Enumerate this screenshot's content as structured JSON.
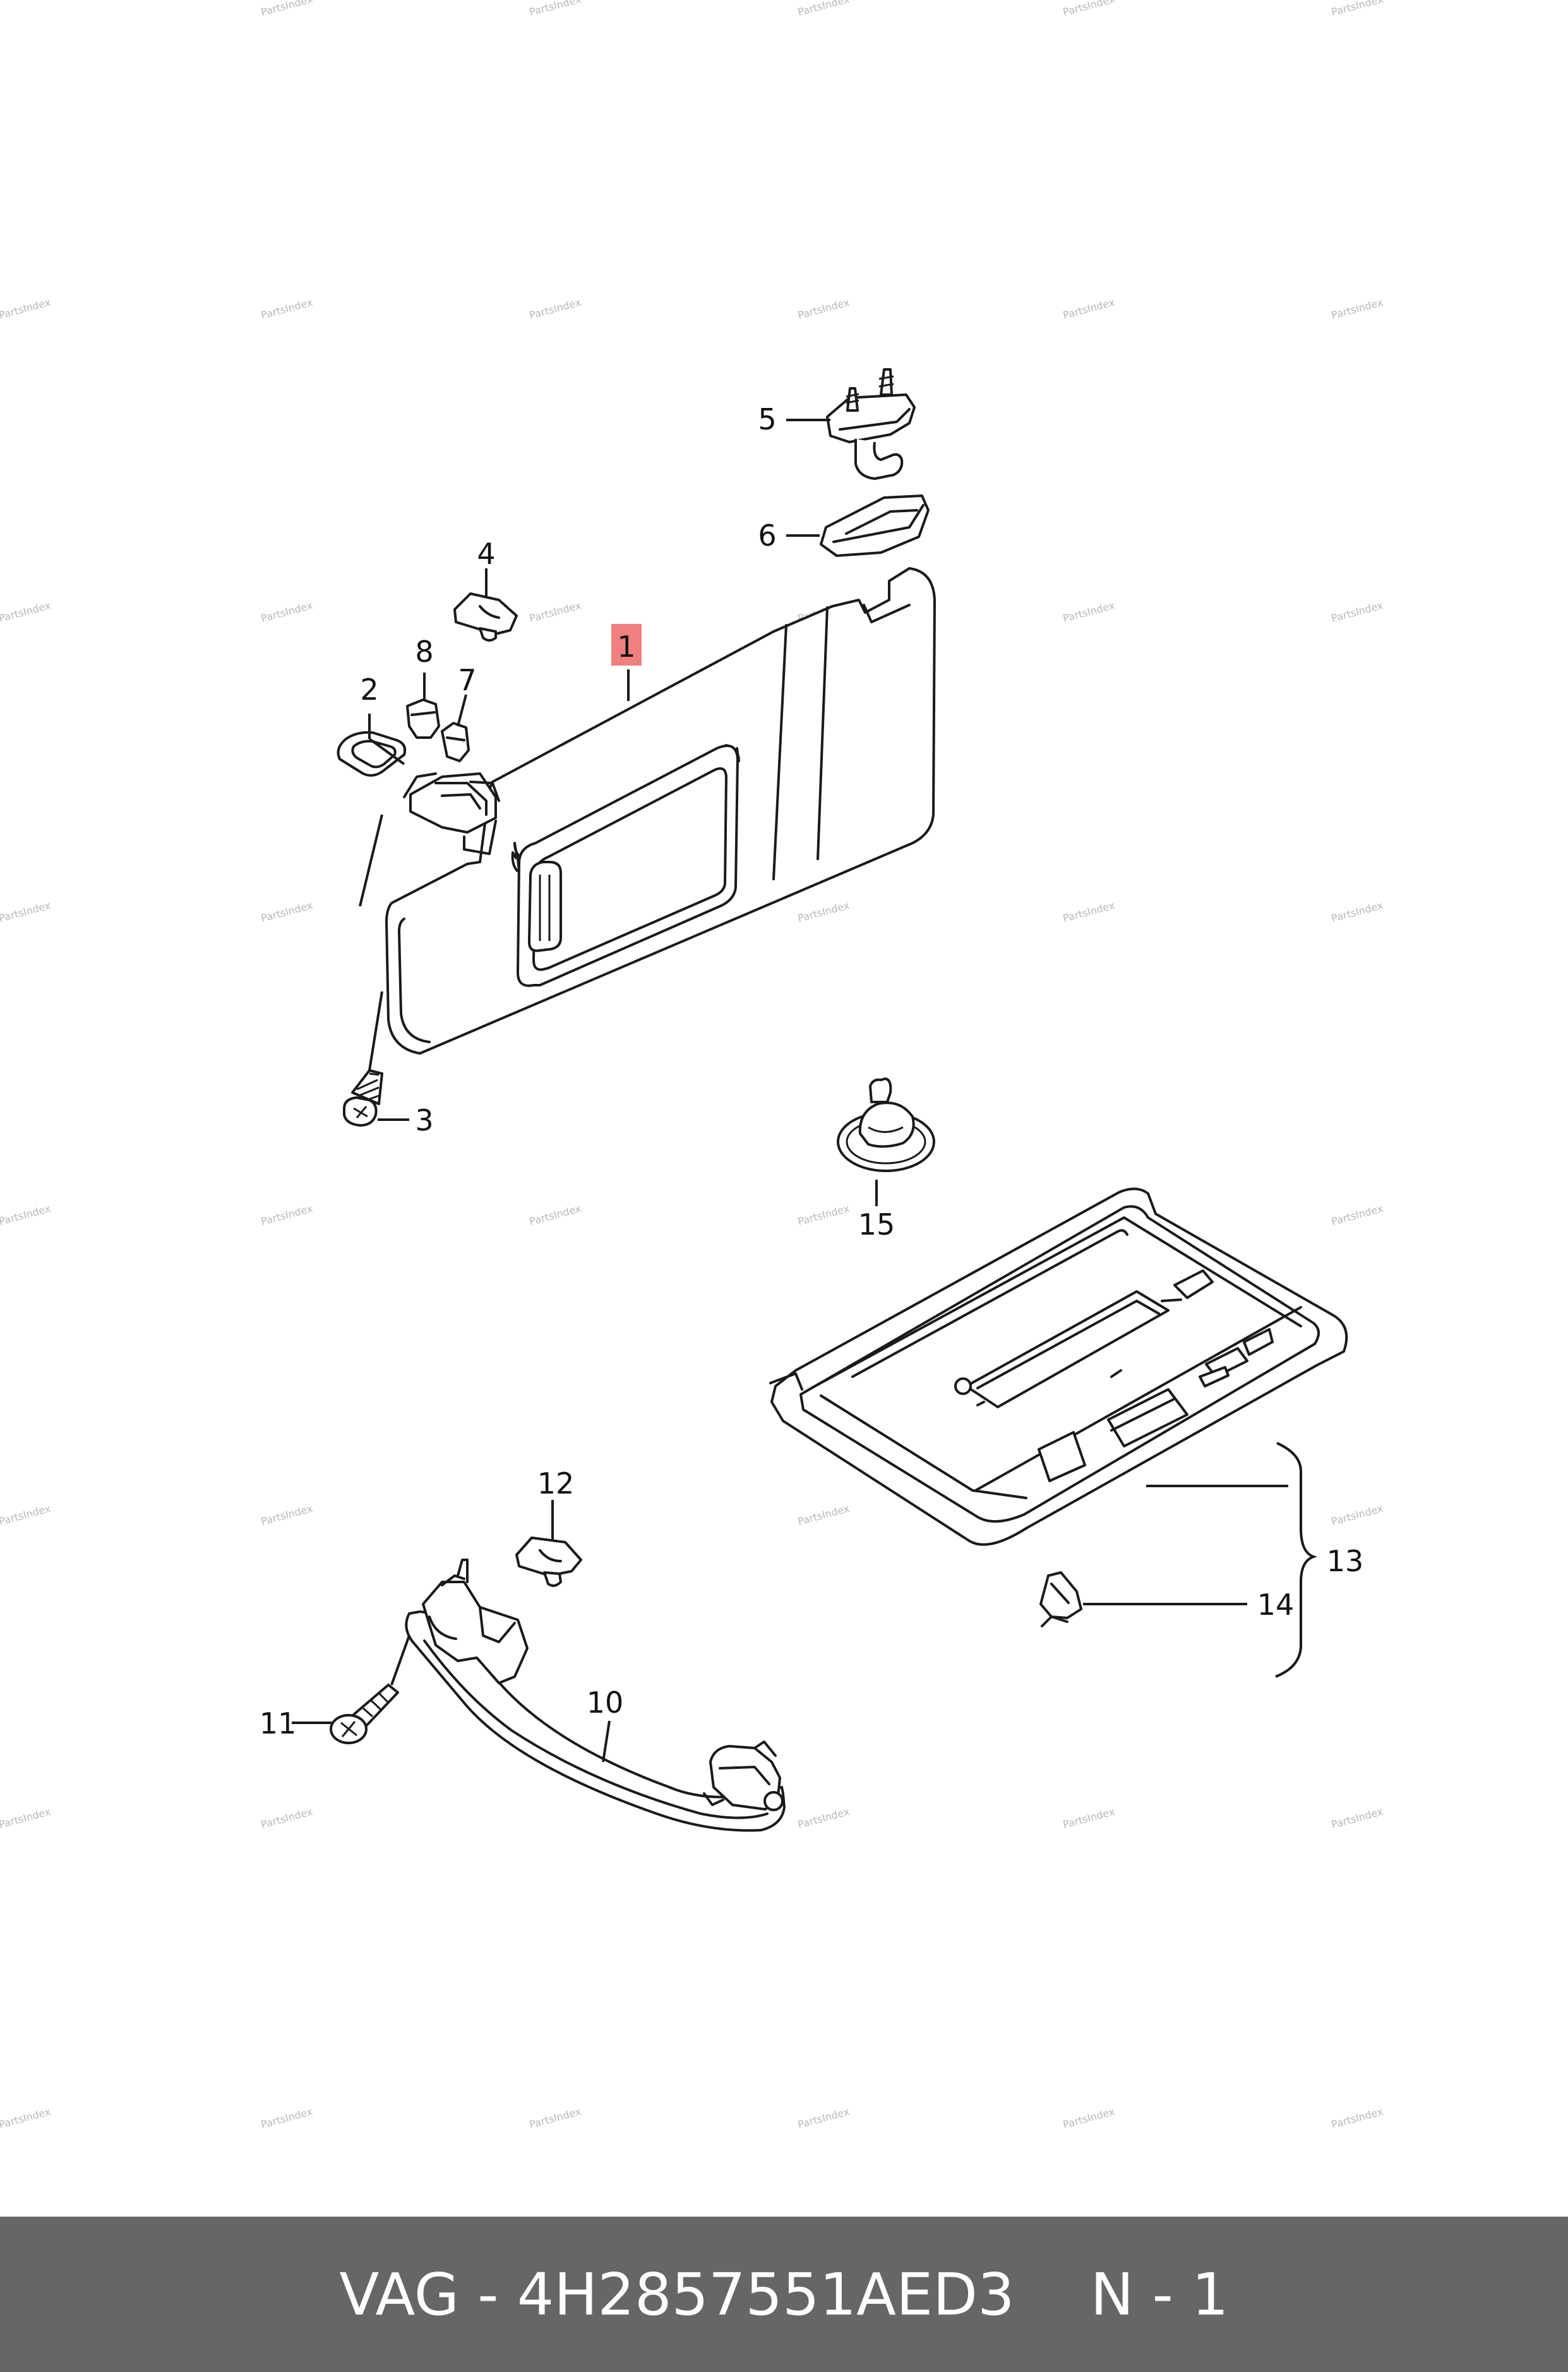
{
  "callouts": [
    {
      "id": "1",
      "label": "1",
      "highlighted": true
    },
    {
      "id": "2",
      "label": "2"
    },
    {
      "id": "3",
      "label": "3"
    },
    {
      "id": "4",
      "label": "4"
    },
    {
      "id": "5",
      "label": "5"
    },
    {
      "id": "6",
      "label": "6"
    },
    {
      "id": "7",
      "label": "7"
    },
    {
      "id": "8",
      "label": "8"
    },
    {
      "id": "10",
      "label": "10"
    },
    {
      "id": "11",
      "label": "11"
    },
    {
      "id": "12",
      "label": "12"
    },
    {
      "id": "13",
      "label": "13"
    },
    {
      "id": "14",
      "label": "14"
    },
    {
      "id": "15",
      "label": "15"
    }
  ],
  "watermark": "PartsIndex",
  "footer": {
    "part_code": "VAG - 4H2857551AED3",
    "page_info": "N - 1"
  },
  "colors": {
    "highlight": "#f08080",
    "footer_bg": "#666666",
    "footer_text": "#ffffff",
    "watermark": "#b8b8b8"
  }
}
